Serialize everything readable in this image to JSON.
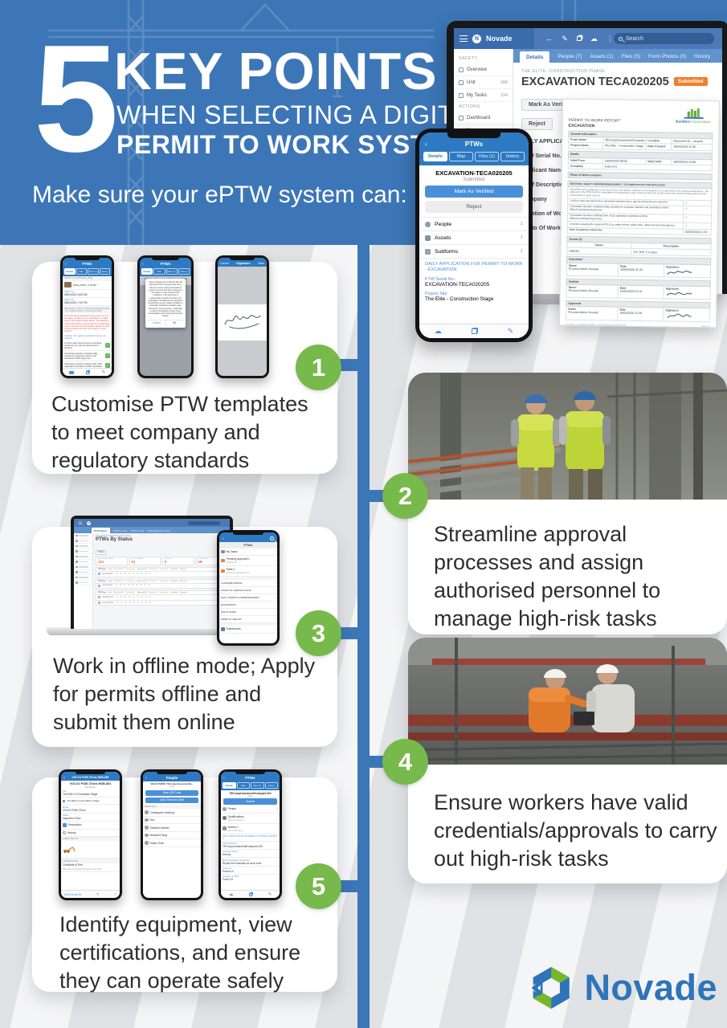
{
  "header": {
    "number": "5",
    "title": "KEY POINTS",
    "subtitle_line1": "WHEN SELECTING A DIGITAL",
    "subtitle_line2": "PERMIT TO WORK SYSTEM",
    "tagline": "Make sure your ePTW system can:"
  },
  "colors": {
    "brand_blue": "#3c76b7",
    "accent_green": "#77b94a",
    "app_blue": "#2e7ac2",
    "button_blue": "#4a90d9",
    "status_orange": "#f07f2d",
    "novade_blue": "#2e74b9",
    "novade_green": "#76b82a"
  },
  "points": [
    {
      "number": "1",
      "text": "Customise PTW templates to meet company and regulatory standards"
    },
    {
      "number": "2",
      "text": "Streamline approval processes and assign authorised personnel to manage high-risk tasks"
    },
    {
      "number": "3",
      "text": "Work in offline mode; Apply for permits offline and submit them online"
    },
    {
      "number": "4",
      "text": "Ensure workers have valid credentials/approvals to carry out high-risk tasks"
    },
    {
      "number": "5",
      "text": "Identify equipment, view certifications, and ensure they can operate safely"
    }
  ],
  "hero_laptop": {
    "brand": "Novade",
    "logo_letter": "N",
    "search_placeholder": "Search",
    "sidebar": {
      "section1": "SAFETY",
      "items1": [
        {
          "label": "Overview",
          "count": ""
        },
        {
          "label": "Unit",
          "count": "388"
        },
        {
          "label": "My Tasks",
          "count": "194"
        }
      ],
      "section2": "ACTIONS",
      "items2": [
        {
          "label": "Dashboard",
          "count": ""
        },
        {
          "label": "Status",
          "count": "198"
        }
      ]
    },
    "tabs": [
      "Details",
      "People (7)",
      "Assets (1)",
      "Files (5)",
      "Form Photos (0)",
      "History"
    ],
    "breadcrumb": "THE ELITE- CONSTRUCTION PHASE",
    "record_title": "EXCAVATION TECA020205",
    "status_badge": "Submitted",
    "verify_button": "Mark As Verified",
    "reject_button": "Reject",
    "field_labels": [
      "DAILY APPLICATION",
      "PTW Serial No.:",
      "Applicant Name:",
      "Brief Description:",
      "Company",
      "Location of Work",
      "Photo Of Work Location"
    ]
  },
  "hero_phone": {
    "title": "PTWs",
    "back": "‹",
    "tabs": [
      "Details",
      "Map",
      "Files (1)",
      "History"
    ],
    "record_title": "EXCAVATION-TECA020205",
    "status": "Submitted",
    "verify_button": "Mark As Verified",
    "reject_button": "Reject",
    "rows": [
      {
        "label": "People",
        "count": "1"
      },
      {
        "label": "Assets",
        "count": "1"
      },
      {
        "label": "Subforms",
        "count": "1"
      }
    ],
    "link": "DAILY APPLICATION FOR PERMIT TO WORK - EXCAVATION",
    "field1_label": "PTW Serial No.:",
    "field1_value": "EXCAVATION-TECA020205",
    "field2_label": "Project Site",
    "field2_value": "The Elite - Construction Stage"
  },
  "report": {
    "company_word1": "Builders",
    "company_word2": "Corporation",
    "title": "PERMIT TO WORK REPORT",
    "subtitle": "EXCAVATION",
    "section1": "General Information",
    "row1": [
      "Form Name",
      "TEH-dup4.basement01carpark-004",
      "Location",
      "Basement 01 - carpark"
    ],
    "row2": [
      "Project Name",
      "The Elite - Construction Stage",
      "Date Created",
      "16/04/2020 11:30"
    ],
    "section2": "Details",
    "row3": [
      "Valid From",
      "18/04/2020 08:00",
      "Valid Until",
      "18/04/2020 19:00"
    ],
    "row4": [
      "Company",
      "Subcon A"
    ],
    "photo_bar": "Photo of Work Location:",
    "section3": "SECTION1: SAFETY PROVISION/MEASURES - TO COMPLETE BY PTW APPLICANT",
    "note": "This PTW can be withdrawn at any time if any of the safety condition is not maintained. It is valid only for the location stated above. The applicant of the PTW shall be responsible for maintaining a copy of this permit at the location where the work is being carried out and must produce it upon request.",
    "checks": [
      "1.All live under ground services (electrical, telephone lines, gas etc) determined or detected.",
      "2.Excavator operator completed daily checklist for excavator machine and submitted to WSH Officer/Coordinator/Supervisor.",
      "3.Excavator operator certificate (WA, PLB) registration submitted to WSH Officer/Coordinator/Supervisor.",
      "4.Workers wearing the required PPE (E.g: safety helmet, safety shoe, safety belt and hand gloves)."
    ],
    "check_mark": "✓",
    "completion_label": "Work Completion Date&Time",
    "completion_value": "16/04/2020 11:30",
    "assets_bar": "Assets (1)",
    "assets_header": [
      "Name",
      "Description"
    ],
    "assets_row": [
      "HDB-52",
      "1/4\" Drill, 5 Copies"
    ],
    "sign_labels": [
      "Name",
      "Date",
      "Signature"
    ],
    "sign_blocks": [
      {
        "bar": "Submitted",
        "name": "Process Admin Novade",
        "date": "16/04/2020 11:30"
      },
      {
        "bar": "Verified",
        "name": "Process Admin Novade",
        "date": "16/04/2020 11:30"
      },
      {
        "bar": "Approved",
        "name": "Process Admin Novade",
        "date": "16/04/2020 11:30"
      }
    ],
    "footer_left": "The Elite - Construction Stage - EXCAVATION-TECA020205",
    "footer_right": "Page 1/1"
  },
  "card1": {
    "phone1": {
      "title": "PTWs",
      "back": "‹",
      "tabs": [
        "Details",
        "Map",
        "Files (1)",
        "History"
      ],
      "photo_caption": "PHOTO OF WORKING AREA",
      "photo_label": "Photo 06/01, 3:15 PM",
      "valid_from_label": "Valid From",
      "valid_from": "08/04/2021 8:00 AM",
      "valid_until_label": "Valid Until",
      "valid_until": "08/04/2021 7:00 PM",
      "section": "SECTION1: SAFETY PROVISION/MEASURES - TO COMPLETE BY PTW APPLICANT",
      "warning": "This PTW will be withdrawn at any time if any of the safety condition is not maintained. It is valid only for the location stated above. The applicant of this PTW shall be responsible for maintaining a copy of this permit at the location where the work is being carried out and must produce it upon request.",
      "note": "*Indicate \"NA\" against conditions that are not required",
      "checks": [
        "1.All live under ground services (electrical, telephone lines, gas etc) determined or detected.",
        "2.Excavator operator completed daily checklist for excavator machine and submitted to WSH Supervisor.",
        "3.Excavator operator certificate (WA, PLB) registration submitted to WSH Coordinator."
      ],
      "check_mark": "✓"
    },
    "phone2": {
      "record": "TEH-dup3.basement02carpark-005",
      "status": "Draft",
      "dialog": "I have checked and confirmed that the following PTW measures have been taken to ensure safety and health of persons at work and fully understood the nature of work and the PTW conditions. I will supervise & continuously monitor the works and undertake to recall/cease the operation should there be any unsafe condition or potentially hazardous situation arise during the course of work. I undertake to report immediately if there is any incompatible work found in/around the vicinity.",
      "cancel": "Cancel",
      "ok": "OK"
    },
    "phone3": {
      "cancel": "Cancel",
      "title": "Signature",
      "save": "Save"
    }
  },
  "card3": {
    "laptop": {
      "brand_letter": "N",
      "tabs": [
        "PTW Status",
        "PTW by User",
        "PTW by Unit",
        "PTW Response Time"
      ],
      "breadcrumb": "THE ELITE 02-CONSTRUCTION STAGE",
      "title": "PTWs By Status",
      "filter": "To Do",
      "stats": [
        {
          "label": "ACTION REQUIRED",
          "value": "151"
        },
        {
          "label": "IN PROGRESS",
          "value": "81"
        },
        {
          "label": "ON HOLD",
          "value": "0"
        },
        {
          "label": "SUSPENDED",
          "value": "19"
        }
      ],
      "col0": "PTW Type",
      "cols": [
        "Draft",
        "Submitted (0)",
        "Pending Ap...",
        "Approved (0)",
        "Rework (0)",
        "Suspended",
        "Completed",
        "Rejected",
        "Closed"
      ],
      "rows": [
        "General Wor...",
        "General Per...",
        "Working At H...",
        "Hot Work Per..."
      ],
      "zeros": "0      0      0      0      0      0      0      0      0"
    },
    "phone": {
      "title": "PTWs",
      "back": "‹",
      "top_items": [
        {
          "label": "My Tasks",
          "sub": ""
        },
        {
          "label": "Pending Approval 1",
          "sub": "Overdue: 20"
        },
        {
          "label": "Table 2",
          "sub": "Expires in 3 Months: 20, 14"
        }
      ],
      "list": [
        "CONFINED SPACE",
        "COVID-19: Additional Check",
        "DAILY WORKS COMMENCEMENT...",
        "EXCAVATION",
        "NIGHT WORK",
        "WORK AT HEIGHT"
      ],
      "footer": "Dashboards"
    }
  },
  "card5": {
    "phone1": {
      "header": "VOLVO P450 2Tons HDB-851",
      "back": "‹",
      "title": "VOLVO P450 2Tons HDB-851",
      "subtitle": "Excavator",
      "site_label": "Site",
      "site": "The Elite 01-Foundation Stage",
      "pin_row": "The Elite 01-Foundation Stage",
      "model_label": "Model",
      "model": "VOLVO P450 2Tons",
      "status_label": "Status",
      "status": "Inspection Pass",
      "row1": "Description",
      "row2": "History",
      "photo_label": "ASSET PHOTO",
      "cert_label": "CERTIFICATES",
      "cert": "Certificate of Test",
      "cert_sub": "Start Date: 1 Aug 2020   End Date: 04 Jul 2021",
      "footer_link": "Edit Internal ID"
    },
    "phone2": {
      "header": "People",
      "back": "‹",
      "record": "NIGHT WORK  TEH-dup4.basement(B...",
      "status": "Draft",
      "btn1": "Scan QR Code",
      "btn2": "Add / Remove Staff",
      "caption": "PEOPLE (5)",
      "people": [
        "Christopher Anthony",
        "Rex",
        "Sherard Gabriel",
        "Benedict Tang",
        "David Chan"
      ]
    },
    "phone3": {
      "header": "PTWs",
      "back": "‹",
      "tabs": [
        "Details",
        "Map",
        "Files (1)",
        "History"
      ],
      "record": "TEH-dup1.basement01carpark-004",
      "status": "Draft",
      "submit": "Submit",
      "rows": [
        {
          "label": "People",
          "count": "1",
          "sub": ""
        },
        {
          "label": "Qualifications",
          "count": "",
          "sub": "Valid: No Expired: 0"
        },
        {
          "label": "Assets 1",
          "count": "",
          "sub": "Valid Certificates: 1"
        }
      ],
      "link": "DAILY APPLICATION FOR PERMIT TO WORK (01 WORK A...",
      "fields": [
        {
          "label": "PTW Serial No:",
          "value": "TEH-dup1.basement01carpark-004"
        },
        {
          "label": "Applicant Name",
          "value": "Harvey"
        },
        {
          "label": "Brief Description of Activities",
          "value": "Repair the excavator at work zone"
        },
        {
          "label": "Company",
          "value": "Subcon A"
        },
        {
          "label": "Location of Work",
          "value": "Zone 5-5"
        }
      ]
    }
  },
  "footer": {
    "brand": "Novade"
  }
}
